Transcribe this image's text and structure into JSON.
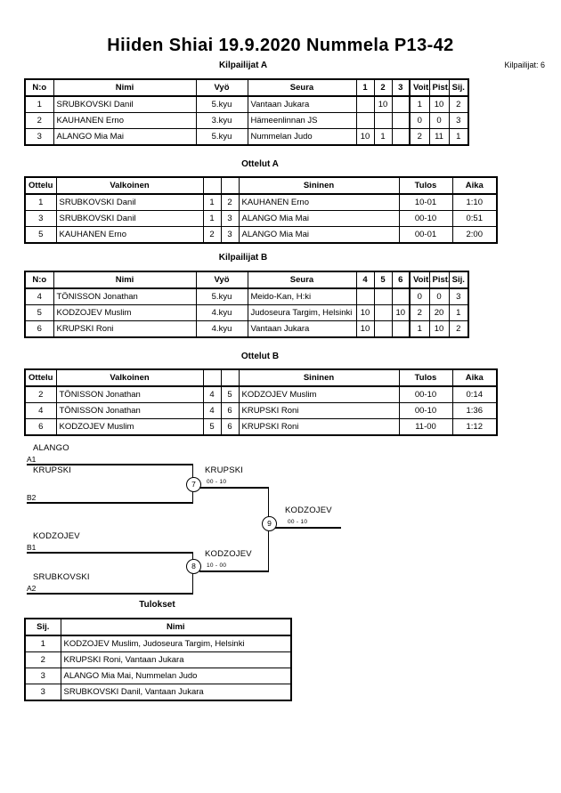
{
  "header": {
    "title": "Hiiden Shiai  19.9.2020  Nummela   P13-42",
    "entrants": "Kilpailijat: 6"
  },
  "pool_a": {
    "caption": "Kilpailijat A",
    "columns": [
      "N:o",
      "Nimi",
      "Vyö",
      "Seura",
      "1",
      "2",
      "3",
      "Voit.",
      "Pist.",
      "Sij."
    ],
    "rows": [
      {
        "no": "1",
        "name": "SRUBKOVSKI Danil",
        "belt": "5.kyu",
        "club": "Vantaan Jukara",
        "m1": "",
        "m2": "10",
        "m3": "",
        "wins": "1",
        "points": "10",
        "rank": "2"
      },
      {
        "no": "2",
        "name": "KAUHANEN Erno",
        "belt": "3.kyu",
        "club": "Hämeenlinnan JS",
        "m1": "",
        "m2": "",
        "m3": "",
        "wins": "0",
        "points": "0",
        "rank": "3"
      },
      {
        "no": "3",
        "name": "ALANGO Mia Mai",
        "belt": "5.kyu",
        "club": "Nummelan Judo",
        "m1": "10",
        "m2": "1",
        "m3": "",
        "wins": "2",
        "points": "11",
        "rank": "1"
      }
    ]
  },
  "matches_a": {
    "caption": "Ottelut A",
    "columns": [
      "Ottelu",
      "Valkoinen",
      "",
      "",
      "Sininen",
      "Tulos",
      "Aika"
    ],
    "rows": [
      {
        "match": "1",
        "white": "SRUBKOVSKI Danil",
        "wn": "1",
        "bn": "2",
        "blue": "KAUHANEN Erno",
        "result": "10-01",
        "time": "1:10"
      },
      {
        "match": "3",
        "white": "SRUBKOVSKI Danil",
        "wn": "1",
        "bn": "3",
        "blue": "ALANGO Mia Mai",
        "result": "00-10",
        "time": "0:51"
      },
      {
        "match": "5",
        "white": "KAUHANEN Erno",
        "wn": "2",
        "bn": "3",
        "blue": "ALANGO Mia Mai",
        "result": "00-01",
        "time": "2:00"
      }
    ]
  },
  "pool_b": {
    "caption": "Kilpailijat B",
    "columns": [
      "N:o",
      "Nimi",
      "Vyö",
      "Seura",
      "4",
      "5",
      "6",
      "Voit.",
      "Pist.",
      "Sij."
    ],
    "rows": [
      {
        "no": "4",
        "name": "TÖNISSON Jonathan",
        "belt": "5.kyu",
        "club": "Meido-Kan, H:ki",
        "m1": "",
        "m2": "",
        "m3": "",
        "wins": "0",
        "points": "0",
        "rank": "3"
      },
      {
        "no": "5",
        "name": "KODZOJEV Muslim",
        "belt": "4.kyu",
        "club": "Judoseura Targim, Helsinki",
        "m1": "10",
        "m2": "",
        "m3": "10",
        "wins": "2",
        "points": "20",
        "rank": "1"
      },
      {
        "no": "6",
        "name": "KRUPSKI Roni",
        "belt": "4.kyu",
        "club": "Vantaan Jukara",
        "m1": "10",
        "m2": "",
        "m3": "",
        "wins": "1",
        "points": "10",
        "rank": "2"
      }
    ]
  },
  "matches_b": {
    "caption": "Ottelut B",
    "columns": [
      "Ottelu",
      "Valkoinen",
      "",
      "",
      "Sininen",
      "Tulos",
      "Aika"
    ],
    "rows": [
      {
        "match": "2",
        "white": "TÖNISSON Jonathan",
        "wn": "4",
        "bn": "5",
        "blue": "KODZOJEV Muslim",
        "result": "00-10",
        "time": "0:14"
      },
      {
        "match": "4",
        "white": "TÖNISSON Jonathan",
        "wn": "4",
        "bn": "6",
        "blue": "KRUPSKI Roni",
        "result": "00-10",
        "time": "1:36"
      },
      {
        "match": "6",
        "white": "KODZOJEV Muslim",
        "wn": "5",
        "bn": "6",
        "blue": "KRUPSKI Roni",
        "result": "11-00",
        "time": "1:12"
      }
    ]
  },
  "bracket": {
    "entries": [
      {
        "label": "ALANGO",
        "seed": "A1"
      },
      {
        "label": "KRUPSKI",
        "seed": "B2"
      },
      {
        "label": "KODZOJEV",
        "seed": "B1"
      },
      {
        "label": "SRUBKOVSKI",
        "seed": "A2"
      }
    ],
    "nodes": [
      {
        "num": "7",
        "winner": "KRUPSKI",
        "score": "00 - 10"
      },
      {
        "num": "8",
        "winner": "KODZOJEV",
        "score": "10 - 00"
      },
      {
        "num": "9",
        "winner": "KODZOJEV",
        "score": "00 - 10"
      }
    ]
  },
  "results": {
    "caption": "Tulokset",
    "columns": [
      "Sij.",
      "Nimi"
    ],
    "rows": [
      {
        "rank": "1",
        "name": "KODZOJEV Muslim, Judoseura Targim, Helsinki"
      },
      {
        "rank": "2",
        "name": "KRUPSKI Roni, Vantaan Jukara"
      },
      {
        "rank": "3",
        "name": "ALANGO Mia Mai, Nummelan Judo"
      },
      {
        "rank": "3",
        "name": "SRUBKOVSKI Danil, Vantaan Jukara"
      }
    ]
  }
}
